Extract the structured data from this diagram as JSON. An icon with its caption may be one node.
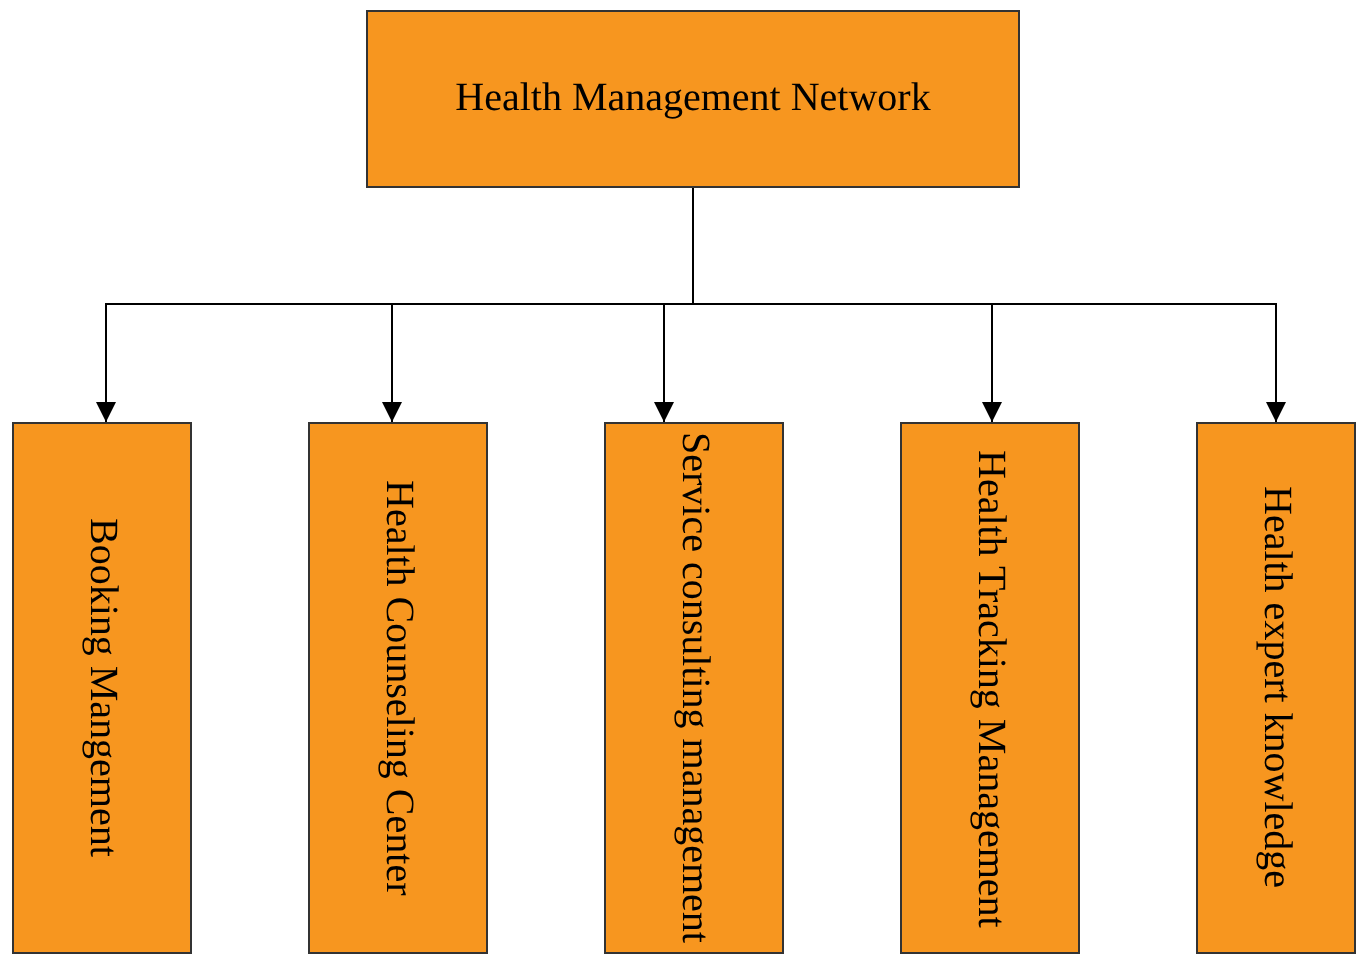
{
  "diagram": {
    "nodes": [
      {
        "text": [
          "Health Management Network"
        ]
      },
      {
        "text": [
          "Booking Mangement"
        ]
      },
      {
        "text": [
          "Health Counseling Center"
        ]
      },
      {
        "text": [
          "Service consulting management"
        ]
      },
      {
        "text": [
          "Health Tracking Management"
        ]
      },
      {
        "text": [
          "Health expert knowledge"
        ]
      }
    ],
    "edges": [
      {
        "from": 0,
        "to": 1,
        "arrow": "to"
      },
      {
        "from": 0,
        "to": 2,
        "arrow": "to"
      },
      {
        "from": 0,
        "to": 3,
        "arrow": "to"
      },
      {
        "from": 0,
        "to": 4,
        "arrow": "to"
      },
      {
        "from": 0,
        "to": 5,
        "arrow": "to"
      }
    ]
  }
}
